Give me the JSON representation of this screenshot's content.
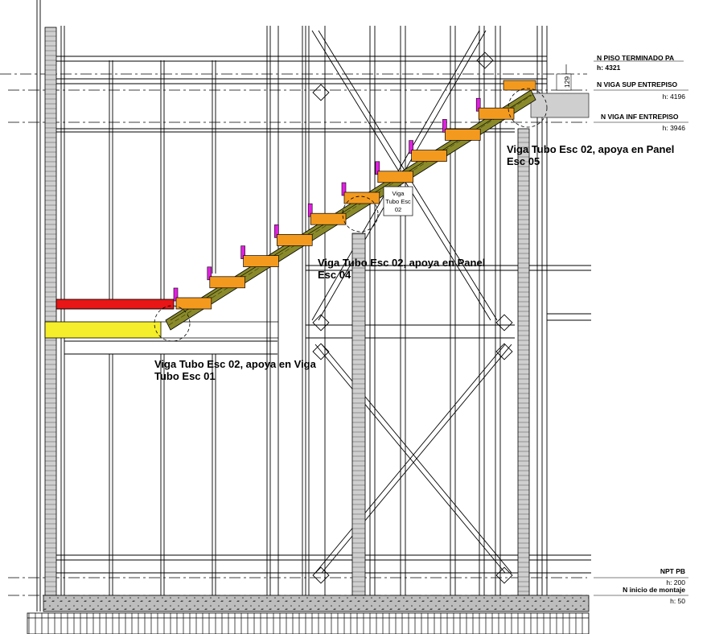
{
  "levels": [
    {
      "name": "N PISO TERMINADO PA",
      "height": "h: 4321"
    },
    {
      "name": "N VIGA SUP ENTREPISO",
      "height": "h: 4196"
    },
    {
      "name": "N VIGA INF ENTREPISO",
      "height": "h: 3946"
    },
    {
      "name": "NPT PB",
      "height": "h: 200"
    },
    {
      "name": "N inicio de montaje",
      "height": "h: 50"
    }
  ],
  "dimension": "129",
  "callouts": [
    {
      "line1": "Viga Tubo Esc 02, apoya en Panel",
      "line2": "Esc 05"
    },
    {
      "line1": "Viga Tubo Esc 02, apoya en Panel",
      "line2": "Esc 04"
    },
    {
      "line1": "Viga Tubo Esc 02, apoya en Viga",
      "line2": "Tubo Esc 01"
    }
  ],
  "tag": {
    "line1": "Viga",
    "line2": "Tubo Esc",
    "line3": "02"
  },
  "colors": {
    "stringer": "#8a8a2a",
    "tread": "#f39a1e",
    "riser": "#e020e0",
    "landing_red": "#e81616",
    "landing_yellow": "#f5ee2a",
    "concrete": "#bdbdbd"
  }
}
